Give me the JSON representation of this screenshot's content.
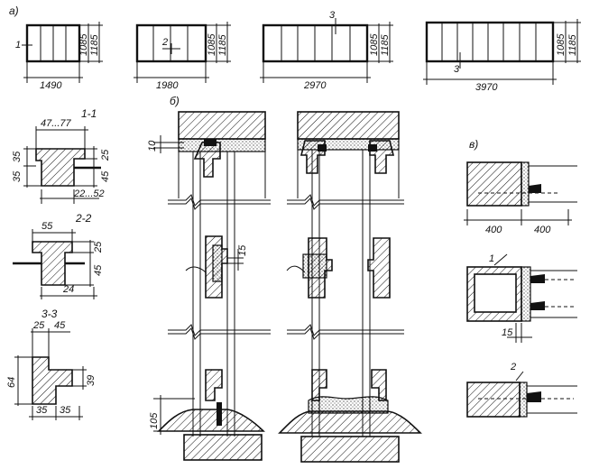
{
  "labels": {
    "part_a": "а)",
    "part_b": "б)",
    "part_c": "в)"
  },
  "panels": [
    {
      "width": "1490",
      "h_inner": "1085",
      "h_outer": "1185",
      "mark": "1"
    },
    {
      "width": "1980",
      "h_inner": "1085",
      "h_outer": "1185",
      "mark": "2"
    },
    {
      "width": "2970",
      "h_inner": "1085",
      "h_outer": "1185",
      "mark": "3"
    },
    {
      "width": "3970",
      "h_inner": "1085",
      "h_outer": "1185",
      "mark": "3"
    }
  ],
  "sections": {
    "s1": {
      "title": "1-1",
      "top": "47...77",
      "bottom": "22...52",
      "h_left_a": "35",
      "h_left_b": "35",
      "h_right_a": "25",
      "h_right_b": "45"
    },
    "s2": {
      "title": "2-2",
      "top": "55",
      "bottom": "24",
      "h_right_a": "25",
      "h_right_b": "45"
    },
    "s3": {
      "title": "3-3",
      "top_a": "25",
      "top_b": "45",
      "left_h": "64",
      "right_h": "39",
      "bottom_a": "35",
      "bottom_b": "35"
    }
  },
  "details_b": {
    "dim_top": "10",
    "dim_mid": "15",
    "dim_bottom": "105"
  },
  "details_c": {
    "dim_a": "400",
    "dim_b": "400",
    "dim_c": "15",
    "mark_1": "1",
    "mark_2": "2"
  }
}
